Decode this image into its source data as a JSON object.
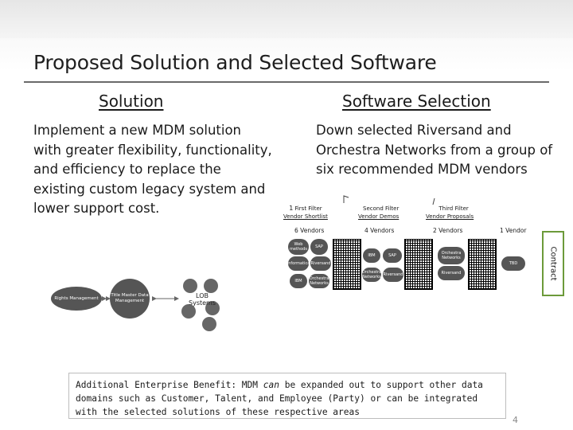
{
  "slide": {
    "title": "Proposed Solution and Selected Software",
    "left_header": "Solution",
    "right_header": "Software Selection",
    "left_text": "Implement a new MDM solution with greater flexibility, functionality, and efficiency to replace the existing custom legacy system and lower support cost.",
    "right_text": "Down selected Riversand and Orchestra Networks from a group of six recommended MDM vendors",
    "page_number": "4"
  },
  "diagram": {
    "filters": [
      {
        "num": "1",
        "title": "First Filter",
        "sub": "Vendor Shortlist"
      },
      {
        "num": "",
        "title": "Second Filter",
        "sub": "Vendor Demos"
      },
      {
        "num": "",
        "title": "Third Filter",
        "sub": "Vendor Proposals"
      }
    ],
    "vendor_counts": [
      "6 Vendors",
      "4 Vendors",
      "2 Vendors",
      "1 Vendor"
    ],
    "stage1_vendors": [
      "Web methods",
      "SAP",
      "Informatica",
      "Riversand",
      "IBM",
      "Orchestra Networks"
    ],
    "stage2_vendors": [
      "IBM",
      "SAP",
      "Orchestra Networks",
      "Riversand"
    ],
    "stage3_vendors": [
      "Orchestra Networks",
      "Riversand"
    ],
    "final_vendor": "TBD",
    "contract_label": "Contract",
    "left_oval": "Rights Management",
    "center_oval": "Title Master Data Management",
    "lob_label": "LOB Systems"
  },
  "note": {
    "text_before": "Additional Enterprise Benefit: MDM ",
    "text_em": "can",
    "text_after": " be expanded out to support other data domains such as Customer, Talent, and Employee (Party) or can be integrated with the selected solutions of these respective areas"
  }
}
